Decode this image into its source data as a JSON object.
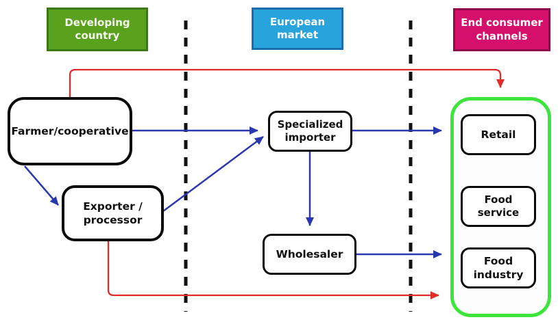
{
  "zones": {
    "developing_country": {
      "label": "Developing country"
    },
    "european_market": {
      "label": "European market"
    },
    "end_consumer_channels": {
      "label": "End consumer channels"
    }
  },
  "nodes": {
    "farmer": {
      "label": "Farmer/cooperative"
    },
    "exporter": {
      "label": "Exporter / processor"
    },
    "importer": {
      "label": "Specialized importer"
    },
    "wholesaler": {
      "label": "Wholesaler"
    },
    "retail": {
      "label": "Retail"
    },
    "food_service": {
      "label": "Food service"
    },
    "food_industry": {
      "label": "Food industry"
    }
  },
  "flows": [
    {
      "from": "farmer",
      "to": "importer",
      "color": "blue"
    },
    {
      "from": "farmer",
      "to": "exporter",
      "color": "blue"
    },
    {
      "from": "exporter",
      "to": "importer",
      "color": "blue"
    },
    {
      "from": "importer",
      "to": "retail",
      "color": "blue"
    },
    {
      "from": "importer",
      "to": "wholesaler",
      "color": "blue"
    },
    {
      "from": "wholesaler",
      "to": "food_industry",
      "color": "blue"
    },
    {
      "from": "farmer",
      "to": "end_consumer_channels",
      "color": "red"
    },
    {
      "from": "exporter",
      "to": "end_consumer_channels",
      "color": "red"
    }
  ],
  "colors": {
    "flow_blue": "#2a38ad",
    "flow_red": "#e02b2b",
    "container_green": "#3ce43c",
    "divider_black": "#111111",
    "node_border": "#0a0a0a",
    "zone1_fill": "#5aa21e",
    "zone1_border": "#3b7a13",
    "zone1_text": "#f7faee",
    "zone2_fill": "#29a3db",
    "zone2_border": "#1a6dab",
    "zone2_text": "#ffffff",
    "zone3_fill": "#d5106c",
    "zone3_border": "#8f0c4c",
    "zone3_text": "#ffffff"
  }
}
